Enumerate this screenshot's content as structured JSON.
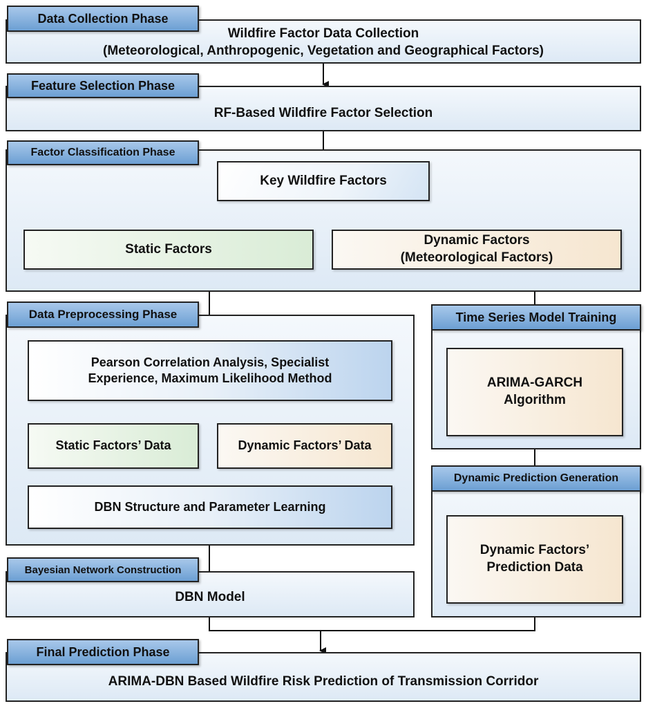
{
  "phases": {
    "data_collection": "Data Collection Phase",
    "feature_selection": "Feature Selection Phase",
    "factor_classification": "Factor Classification Phase",
    "data_preprocessing": "Data Preprocessing Phase",
    "time_series": "Time Series Model Training",
    "dynamic_prediction": "Dynamic Prediction Generation",
    "bayesian_network": "Bayesian Network Construction",
    "final_prediction": "Final Prediction Phase"
  },
  "nodes": {
    "collection_line1": "Wildfire Factor Data Collection",
    "collection_line2": "(Meteorological, Anthropogenic, Vegetation and Geographical Factors)",
    "rf_selection": "RF-Based Wildfire Factor Selection",
    "key_factors": "Key Wildfire Factors",
    "static_factors": "Static Factors",
    "dynamic_factors_line1": "Dynamic Factors",
    "dynamic_factors_line2": "(Meteorological Factors)",
    "pearson_line1": "Pearson Correlation Analysis, Specialist",
    "pearson_line2": "Experience, Maximum Likelihood Method",
    "static_data": "Static Factors’ Data",
    "dynamic_data": "Dynamic Factors’ Data",
    "dbn_learning": "DBN Structure and Parameter Learning",
    "arima_line1": "ARIMA-GARCH",
    "arima_line2": "Algorithm",
    "prediction_data_line1": "Dynamic Factors’",
    "prediction_data_line2": "Prediction Data",
    "dbn_model": "DBN Model",
    "final_output": "ARIMA-DBN Based Wildfire Risk Prediction of Transmission Corridor"
  },
  "colors": {
    "phase_tag": "#6c9fd3",
    "panel": "#dde9f5",
    "static_fill": "#d9ecd6",
    "dynamic_fill": "#f6e6d0",
    "outline": "#222222"
  }
}
